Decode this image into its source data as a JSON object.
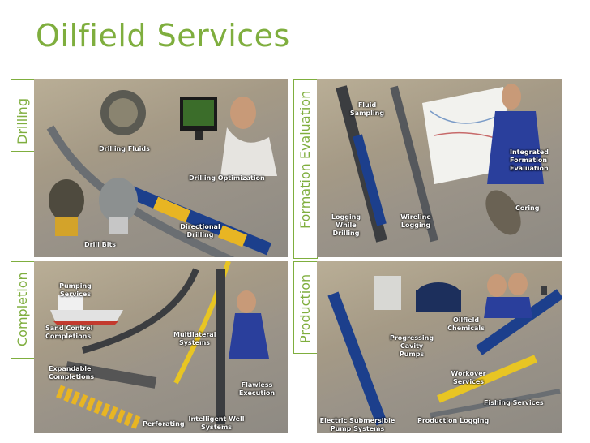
{
  "title": "Oilfield Services",
  "drilling": {
    "section_label": "Drilling",
    "drilling_fluids": "Drilling Fluids",
    "drilling_optimization": "Drilling Optimization",
    "directional_drilling": "Directional Drilling",
    "drill_bits": "Drill Bits"
  },
  "formation": {
    "section_label": "Formation Evaluation",
    "fluid_sampling": "Fluid Sampling",
    "integrated": "Integrated Formation Evaluation",
    "coring": "Coring",
    "lwd": "Logging While Drilling",
    "wireline": "Wireline Logging"
  },
  "completion": {
    "section_label": "Completion",
    "pumping": "Pumping Services",
    "sand_control": "Sand Control Completions",
    "multilateral": "Multilateral Systems",
    "expandable": "Expandable Completions",
    "flawless": "Flawless Execution",
    "perforating": "Perforating",
    "intelligent": "Intelligent Well Systems"
  },
  "production": {
    "section_label": "Production",
    "oilfield_chemicals": "Oilfield Chemicals",
    "pcp": "Progressing Cavity Pumps",
    "workover": "Workover Services",
    "fishing": "Fishing Services",
    "esp": "Electric Submersible Pump Systems",
    "production_logging": "Production Logging"
  }
}
